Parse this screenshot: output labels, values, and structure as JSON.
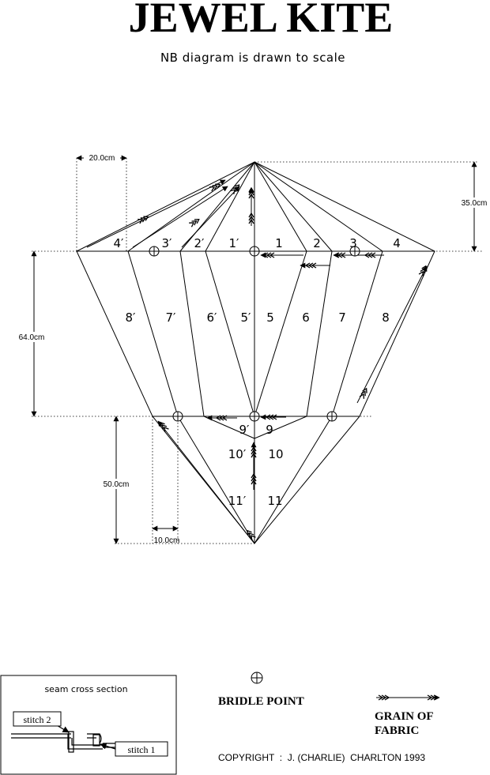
{
  "header": {
    "title": "JEWEL KITE",
    "subtitle": "NB diagram is drawn to scale"
  },
  "dimensions": {
    "width_top": "20.0cm",
    "height_top": "35.0cm",
    "height_mid": "64.0cm",
    "height_bottom": "50.0cm",
    "width_bottom": "10.0cm"
  },
  "panels": {
    "top_left": [
      "4′",
      "3′",
      "2′",
      "1′"
    ],
    "top_right": [
      "1",
      "2",
      "3",
      "4"
    ],
    "mid_left": [
      "8′",
      "7′",
      "6′",
      "5′"
    ],
    "mid_right": [
      "5",
      "6",
      "7",
      "8"
    ],
    "bottom_left": [
      "9′",
      "10′",
      "11′"
    ],
    "bottom_right": [
      "9",
      "10",
      "11"
    ]
  },
  "legend": {
    "seam_title": "seam cross section",
    "stitch_2": "stitch 2",
    "stitch_1": "stitch 1",
    "bridle_point": "BRIDLE POINT",
    "grain_line1": "GRAIN OF",
    "grain_line2": "FABRIC",
    "copyright": "COPYRIGHT  :  J. (CHARLIE)  CHARLTON 1993"
  },
  "colors": {
    "ink": "#000000",
    "paper": "#ffffff"
  }
}
